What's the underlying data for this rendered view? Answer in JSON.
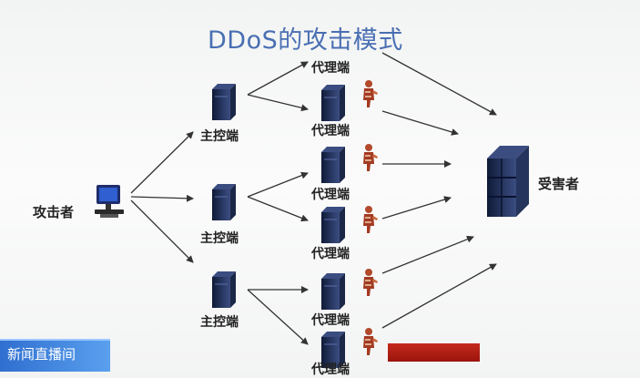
{
  "title": "DDoS的攻击模式",
  "attacker_label": "攻击者",
  "master_label": "主控端",
  "agent_label": "代理端",
  "victim_label": "受害者",
  "watermark_text": "新闻直播间",
  "colors": {
    "title": "#4a6fb3",
    "server": "#1f2d4f",
    "arrow": "#333333",
    "zombie": "#a8432a",
    "watermark": "#3b82e0",
    "red_bar": "#b71f14"
  },
  "icons": [
    "monitor-icon",
    "server-icon",
    "zombie-icon",
    "server-rack-icon"
  ]
}
